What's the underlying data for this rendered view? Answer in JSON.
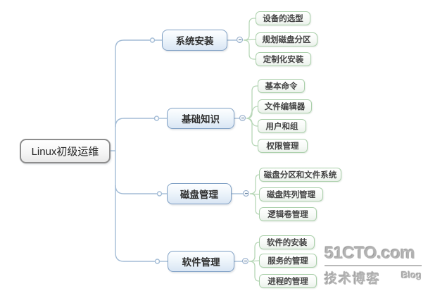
{
  "colors": {
    "branch_line": "#a3bcd6",
    "child_line": "#b7d7b7",
    "parent_border": "#7e9fc4",
    "parent_fill": "#d9e6f4",
    "child_border": "#abd0ab",
    "child_fill": "#ebf2eb",
    "root_border": "#8d8d8d",
    "text": "#333333",
    "watermark_gray": "#b3b3b3"
  },
  "mindmap": {
    "root": {
      "label": "Linux初级运维"
    },
    "branches": [
      {
        "label": "系统安装",
        "children": [
          {
            "label": "设备的选型"
          },
          {
            "label": "规划磁盘分区"
          },
          {
            "label": "定制化安装"
          }
        ]
      },
      {
        "label": "基础知识",
        "children": [
          {
            "label": "基本命令"
          },
          {
            "label": "文件编辑器"
          },
          {
            "label": "用户和组"
          },
          {
            "label": "权限管理"
          }
        ]
      },
      {
        "label": "磁盘管理",
        "children": [
          {
            "label": "磁盘分区和文件系统"
          },
          {
            "label": "磁盘阵列管理"
          },
          {
            "label": "逻辑卷管理"
          }
        ]
      },
      {
        "label": "软件管理",
        "children": [
          {
            "label": "软件的安装"
          },
          {
            "label": "服务的管理"
          },
          {
            "label": "进程的管理"
          }
        ]
      }
    ]
  },
  "watermark": {
    "site": "51CTO.com",
    "tagline": "技术博客",
    "blog": "Blog"
  }
}
